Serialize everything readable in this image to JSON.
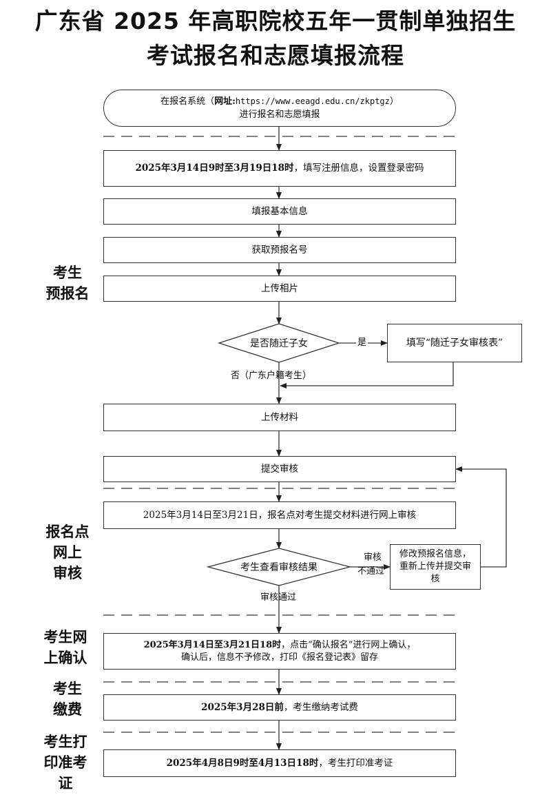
{
  "title": {
    "line1": "广东省 2025 年高职院校五年一贯制单独招生",
    "line2": "考试报名和志愿填报流程"
  },
  "start": {
    "prefix": "在报名系统（",
    "url_label": "网址:",
    "url": "https://www.eeagd.edu.cn/zkptgz",
    "suffix": "）",
    "line2": "进行报名和志愿填报"
  },
  "steps": {
    "register_time": "2025年3月14日9时至3月19日18时",
    "register_text": "，填写注册信息，设置登录密码",
    "basic_info": "填报基本信息",
    "get_number": "获取预报名号",
    "upload_photo": "上传相片",
    "migrant_question": "是否随迁子女",
    "yes_label": "是",
    "migrant_form": "填写“随迁子女审核表”",
    "no_label": "否（广东户籍考生）",
    "upload_materials": "上传材料",
    "submit_review": "提交审核",
    "online_review": "2025年3月14日至3月21日，报名点对考生提交材料进行网上审核",
    "check_result": "考生查看审核结果",
    "fail_label_1": "审核",
    "fail_label_2": "不通过",
    "modify_line1": "修改预报名信息，",
    "modify_line2": "重新上传并提交审",
    "modify_line3": "核",
    "pass_label": "审核通过",
    "confirm_time": "2025年3月14日至3月21日18时",
    "confirm_text1": "，点击“确认报名”进行网上确认，",
    "confirm_line2": "确认后，信息不予修改，打印《报名登记表》留存",
    "pay_time": "2025年3月28日前",
    "pay_text": "，考生缴纳考试费",
    "print_time": "2025年4月8日9时至4月13日18时",
    "print_text": "，考生打印准考证"
  },
  "stages": {
    "pre_register_1": "考生",
    "pre_register_2": "预报名",
    "review_1": "报名点",
    "review_2": "网上",
    "review_3": "审核",
    "confirm_1": "考生网",
    "confirm_2": "上确认",
    "pay_1": "考生",
    "pay_2": "缴费",
    "print_1": "考生打",
    "print_2": "印准考",
    "print_3": "证"
  }
}
